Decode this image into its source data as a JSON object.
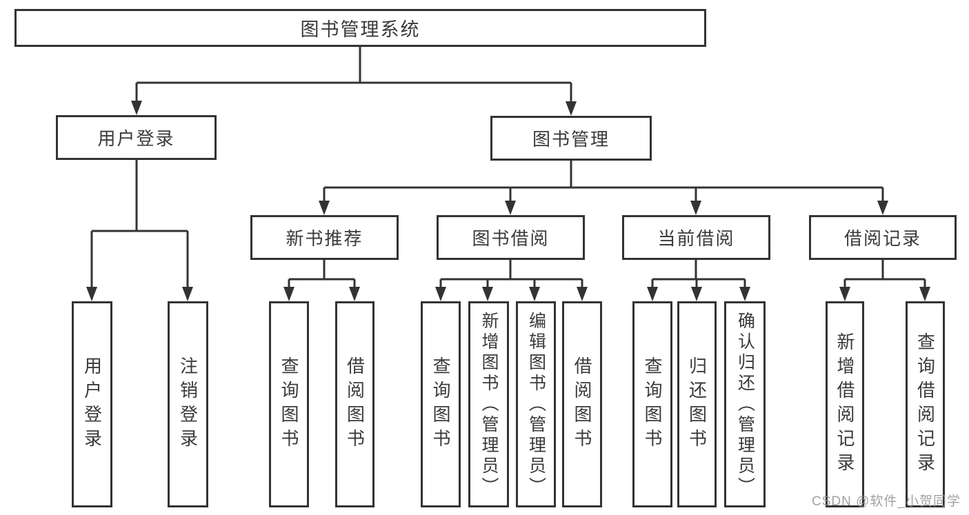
{
  "nodes": {
    "root": "图书管理系统",
    "level2": [
      "用户登录",
      "图书管理"
    ],
    "level3": [
      "新书推荐",
      "图书借阅",
      "当前借阅",
      "借阅记录"
    ],
    "leaves": [
      "用户登录",
      "注销登录",
      "查询图书",
      "借阅图书",
      "查询图书",
      "新增图书（管理员）",
      "编辑图书（管理员）",
      "借阅图书",
      "查询图书",
      "归还图书",
      "确认归还（管理员）",
      "新增借阅记录",
      "查询借阅记录"
    ]
  },
  "hierarchy": {
    "图书管理系统": [
      "用户登录",
      "图书管理"
    ],
    "用户登录": [
      "用户登录",
      "注销登录"
    ],
    "图书管理": [
      "新书推荐",
      "图书借阅",
      "当前借阅",
      "借阅记录"
    ],
    "新书推荐": [
      "查询图书",
      "借阅图书"
    ],
    "图书借阅": [
      "查询图书",
      "新增图书（管理员）",
      "编辑图书（管理员）",
      "借阅图书"
    ],
    "当前借阅": [
      "查询图书",
      "归还图书",
      "确认归还（管理员）"
    ],
    "借阅记录": [
      "新增借阅记录",
      "查询借阅记录"
    ]
  },
  "watermark": "CSDN @软件_小贺同学",
  "colors": {
    "line": "#333333",
    "text": "#3a3a3a",
    "background": "#ffffff",
    "watermark": "#919191"
  }
}
